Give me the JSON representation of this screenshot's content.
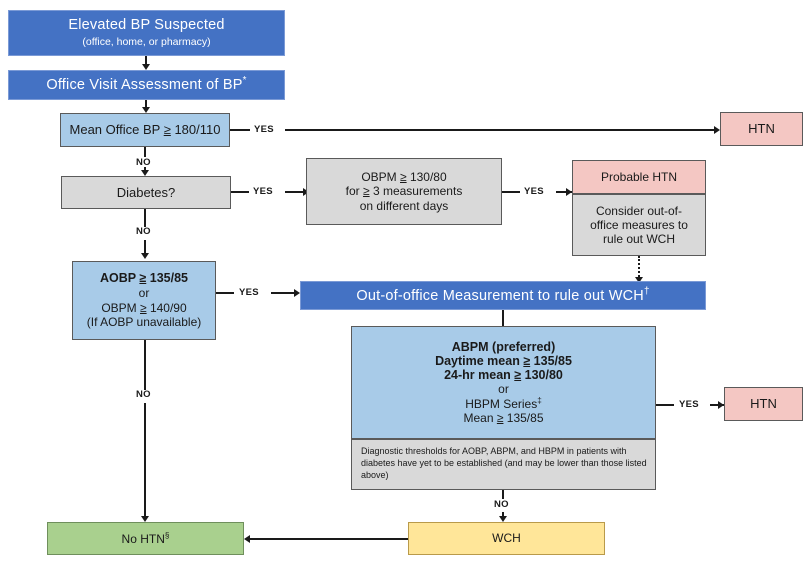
{
  "diagram": {
    "title": "Elevated BP diagnostic algorithm flowchart",
    "colors": {
      "blue_dark": "#4472C4",
      "blue_light": "#A8CBE8",
      "grey": "#D9D9D9",
      "pink": "#F4C7C3",
      "green": "#A9D08E",
      "yellow": "#FFE699",
      "line": "#1A1A1A"
    },
    "nodes": {
      "elevated_bp": {
        "title": "Elevated BP Suspected",
        "subtitle": "(office, home, or pharmacy)"
      },
      "office_visit": {
        "label": "Office Visit Assessment of BP",
        "superscript": "*"
      },
      "mean_office_bp": {
        "label_pre": "Mean Office BP ",
        "label_ge": "≥",
        "label_post": " 180/110"
      },
      "diabetes": {
        "label": "Diabetes?"
      },
      "obpm_repeat": {
        "line1_pre": "OBPM ",
        "line1_ge": "≥",
        "line1_post": " 130/80",
        "line2_pre": "for ",
        "line2_ge": "≥",
        "line2_post": " 3 measurements",
        "line3": "on different days"
      },
      "probable_htn": {
        "header": "Probable HTN",
        "body_line1": "Consider out-of-",
        "body_line2": "office measures to",
        "body_line3": "rule out WCH"
      },
      "aobp": {
        "line1_pre": "AOBP ",
        "line1_ge": "≥",
        "line1_post": " 135/85",
        "line2": "or",
        "line3_pre": "OBPM ",
        "line3_ge": "≥",
        "line3_post": " 140/90",
        "line4": "(If AOBP unavailable)"
      },
      "out_of_office": {
        "label": "Out-of-office  Measurement to rule out WCH",
        "superscript": "†"
      },
      "abpm_block": {
        "line1": "ABPM (preferred)",
        "line2_pre": "Daytime mean ",
        "line2_ge": "≥",
        "line2_post": " 135/85",
        "line3_pre": "24-hr mean ",
        "line3_ge": "≥",
        "line3_post": " 130/80",
        "line4": "or",
        "line5": "HBPM Series",
        "line5_superscript": "‡",
        "line6_pre": "Mean ",
        "line6_ge": "≥",
        "line6_post": " 135/85"
      },
      "diag_note": {
        "text": "Diagnostic thresholds for AOBP, ABPM, and HBPM in patients with diabetes have yet to be established (and may be lower than those listed above)"
      },
      "htn_top": {
        "label": "HTN"
      },
      "htn_right": {
        "label": "HTN"
      },
      "no_htn": {
        "label": "No HTN",
        "superscript": "§"
      },
      "wch": {
        "label": "WCH"
      }
    },
    "edge_labels": {
      "yes_mean_office": "YES",
      "no_mean_office": "NO",
      "yes_diabetes": "YES",
      "no_diabetes": "NO",
      "yes_obpm_repeat": "YES",
      "yes_aobp": "YES",
      "no_aobp": "NO",
      "yes_abpm": "YES",
      "no_abpm": "NO"
    }
  }
}
